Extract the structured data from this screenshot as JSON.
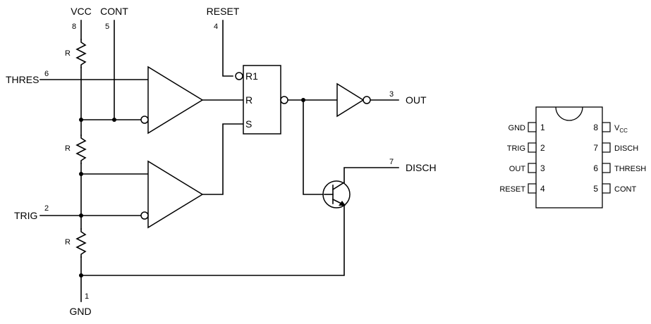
{
  "schematic": {
    "labels": {
      "vcc": "VCC",
      "cont": "CONT",
      "reset": "RESET",
      "thres": "THRES",
      "trig": "TRIG",
      "gnd": "GND",
      "out": "OUT",
      "disch": "DISCH"
    },
    "pins": {
      "vcc": "8",
      "cont": "5",
      "reset": "4",
      "thres": "6",
      "trig": "2",
      "gnd": "1",
      "out": "3",
      "disch": "7"
    },
    "resistors": [
      "R",
      "R",
      "R"
    ],
    "flipflop": {
      "r1": "R1",
      "r": "R",
      "s": "S"
    }
  },
  "package": {
    "left": [
      {
        "name": "GND",
        "num": "1"
      },
      {
        "name": "TRIG",
        "num": "2"
      },
      {
        "name": "OUT",
        "num": "3"
      },
      {
        "name": "RESET",
        "num": "4"
      }
    ],
    "right": [
      {
        "num": "8",
        "name": "V",
        "sub": "CC"
      },
      {
        "num": "7",
        "name": "DISCH"
      },
      {
        "num": "6",
        "name": "THRESH"
      },
      {
        "num": "5",
        "name": "CONT"
      }
    ]
  }
}
